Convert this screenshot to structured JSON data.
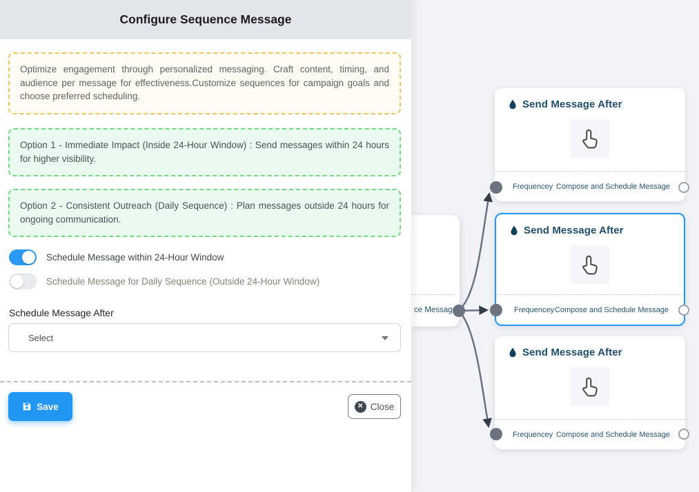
{
  "modal": {
    "title": "Configure Sequence Message",
    "info_text": "Optimize engagement through personalized messaging. Craft content, timing, and audience per message for effectiveness.Customize sequences for campaign goals and choose preferred scheduling.",
    "option1_text": "Option 1 - Immediate Impact (Inside 24-Hour Window) : Send messages within 24 hours for higher visibility.",
    "option2_text": "Option 2 - Consistent Outreach (Daily Sequence) : Plan messages outside 24 hours for ongoing communication.",
    "toggle_24h": {
      "label": "Schedule Message within 24-Hour Window",
      "state": "on"
    },
    "toggle_daily": {
      "label": "Schedule Message for Daily Sequence (Outside 24-Hour Window)",
      "state": "off"
    },
    "schedule_after_label": "Schedule Message After",
    "select": {
      "value": "Select"
    },
    "buttons": {
      "save_label": "Save",
      "close_label": "Close",
      "close_glyph": "✕"
    }
  },
  "flow": {
    "source_node": {
      "visible_text": "ce Message"
    },
    "nodes": [
      {
        "title": "Send Message After",
        "port_left_label": "Frequencey",
        "port_right_label": "Compose and Schedule Message",
        "selected": false
      },
      {
        "title": "Send Message After",
        "port_left_label": "Frequencey",
        "port_right_label": "Compose and Schedule Message",
        "selected": true
      },
      {
        "title": "Send Message After",
        "port_left_label": "Frequencey",
        "port_right_label": "Compose and Schedule Message",
        "selected": false
      }
    ],
    "icons": {
      "node_icon": "droplet-icon",
      "body_icon": "tap-hand-icon",
      "save_icon": "floppy-icon",
      "close_icon": "circle-x-icon",
      "select_icon": "chevron-down-icon"
    }
  },
  "colors": {
    "accent_blue": "#2196f3",
    "toggle_on": "#2b9af3",
    "selected_node_border": "#2196f3",
    "info_border_yellow": "#eec45f",
    "option_border_green": "#74d97e",
    "node_title": "#1d4d68",
    "edge_gray": "#6b7280",
    "modal_header_bg": "#e2e5e9",
    "canvas_bg": "#f1f3f6"
  }
}
